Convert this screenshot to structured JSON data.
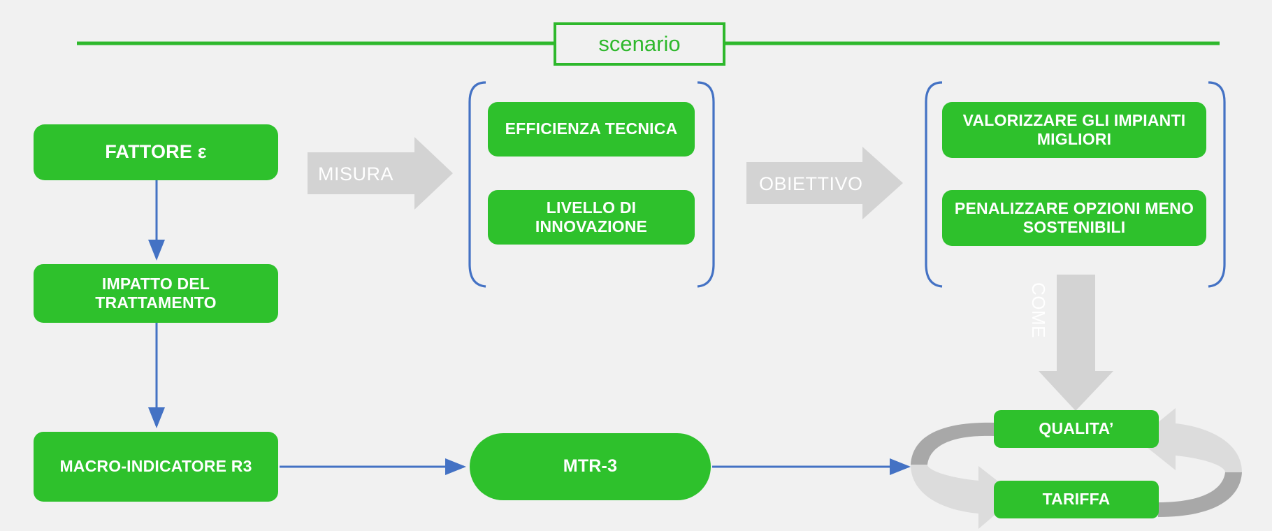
{
  "diagram": {
    "title": "scenario",
    "background_color": "#f1f1f1",
    "node_color": "#2ec12c",
    "accent_green": "#2eb82c",
    "connector_blue": "#4472c4",
    "arrow_gray": "#d3d3d3",
    "arrow_gray_dark": "#a8a8a8"
  },
  "banner": {
    "label": "scenario"
  },
  "nodes": {
    "fattore": "FATTORE ε",
    "impatto": "IMPATTO DEL TRATTAMENTO",
    "macro": "MACRO-INDICATORE R3",
    "mtr": "MTR-3",
    "efficienza": "EFFICIENZA TECNICA",
    "livello": "LIVELLO DI INNOVAZIONE",
    "valorizzare": "VALORIZZARE GLI IMPIANTI MIGLIORI",
    "penalizzare": "PENALIZZARE OPZIONI MENO SOSTENIBILI",
    "qualita": "QUALITA’",
    "tariffa": "TARIFFA"
  },
  "arrows": {
    "misura": "MISURA",
    "obiettivo": "OBIETTIVO",
    "come": "COME"
  }
}
